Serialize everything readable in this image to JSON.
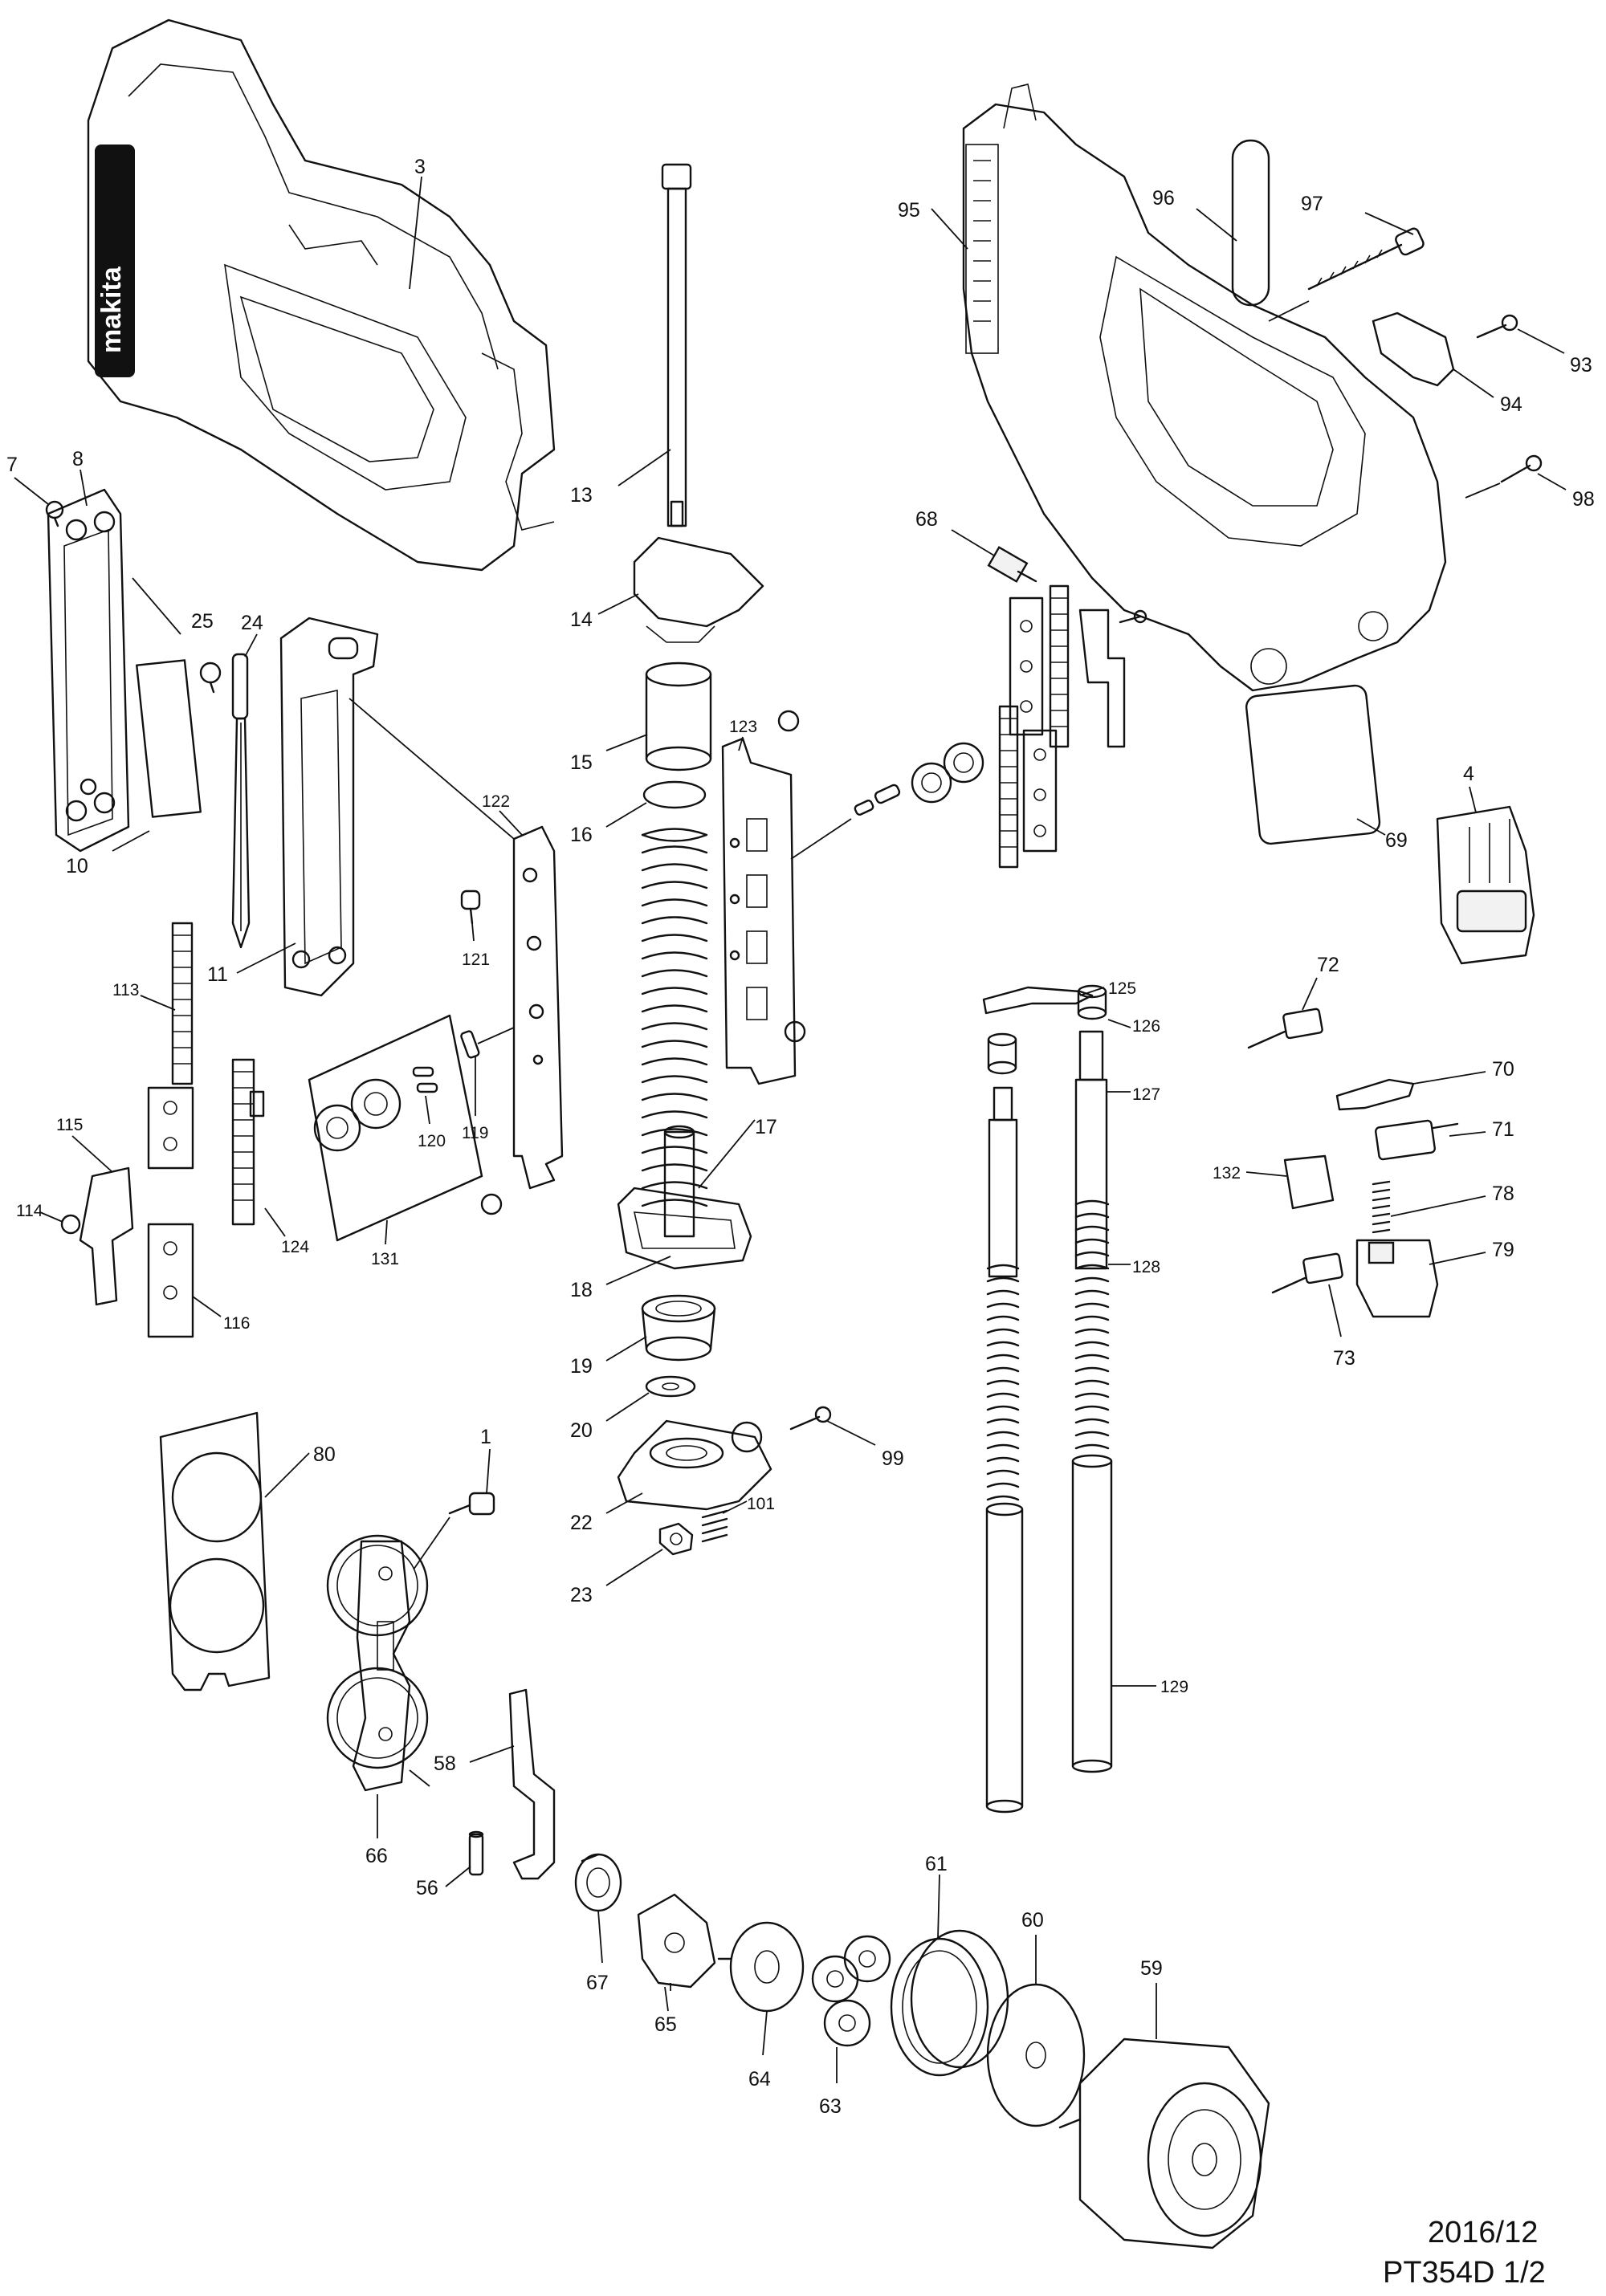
{
  "document": {
    "date": "2016/12",
    "model_sheet": "PT354D 1/2",
    "brand": "makita"
  },
  "callouts": {
    "c1": "1",
    "c3": "3",
    "c4": "4",
    "c7": "7",
    "c8": "8",
    "c10": "10",
    "c11": "11",
    "c13": "13",
    "c14": "14",
    "c15": "15",
    "c16": "16",
    "c17": "17",
    "c18": "18",
    "c19": "19",
    "c20": "20",
    "c22": "22",
    "c23": "23",
    "c24": "24",
    "c25": "25",
    "c56": "56",
    "c58": "58",
    "c59": "59",
    "c60": "60",
    "c61": "61",
    "c63": "63",
    "c64": "64",
    "c65": "65",
    "c66": "66",
    "c67": "67",
    "c68": "68",
    "c69": "69",
    "c70": "70",
    "c71": "71",
    "c72": "72",
    "c73": "73",
    "c78": "78",
    "c79": "79",
    "c80": "80",
    "c93": "93",
    "c94": "94",
    "c95": "95",
    "c96": "96",
    "c97": "97",
    "c98": "98",
    "c99": "99",
    "c101": "101",
    "c113": "113",
    "c114": "114",
    "c115": "115",
    "c116": "116",
    "c119": "119",
    "c120": "120",
    "c121": "121",
    "c122": "122",
    "c123": "123",
    "c124": "124",
    "c125": "125",
    "c126": "126",
    "c127": "127",
    "c128": "128",
    "c129": "129",
    "c131": "131",
    "c132": "132"
  }
}
